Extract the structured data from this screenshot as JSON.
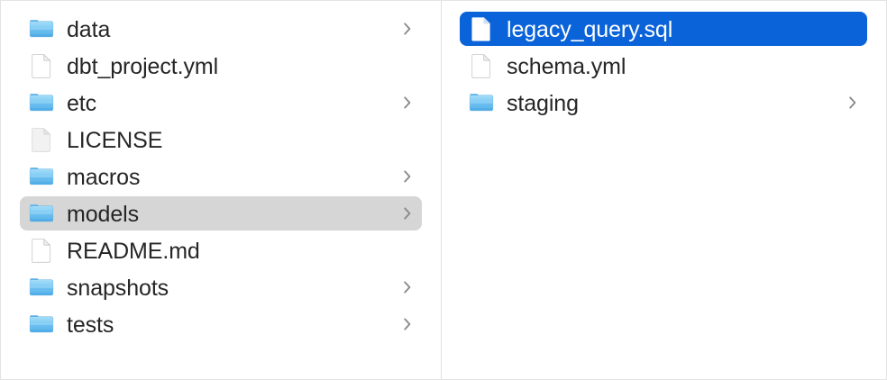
{
  "window": {
    "title": "Finder — Column View",
    "view_mode": "column",
    "background_color": "#ffffff",
    "border_color": "#e3e3e3",
    "divider_color": "#e0e0e0"
  },
  "colors": {
    "selection_active": "#0a63d8",
    "selection_inactive": "#d6d6d6",
    "text": "#262626",
    "text_selected": "#ffffff",
    "folder_blue_light": "#8ed2f5",
    "folder_blue_mid": "#63b8ee",
    "folder_blue_tab": "#4ea8e4",
    "chevron_gray": "#8a8a8a",
    "document_white": "#ffffff",
    "document_border": "#c9c9c9"
  },
  "columns": [
    {
      "name": "column-one",
      "items": [
        {
          "label": "data",
          "kind": "folder",
          "icon": "folder-icon",
          "chevron": true,
          "selected": "none"
        },
        {
          "label": "dbt_project.yml",
          "kind": "file",
          "icon": "document-icon",
          "chevron": false,
          "selected": "none"
        },
        {
          "label": "etc",
          "kind": "folder",
          "icon": "folder-icon",
          "chevron": true,
          "selected": "none"
        },
        {
          "label": "LICENSE",
          "kind": "file",
          "icon": "document-plain-icon",
          "chevron": false,
          "selected": "none"
        },
        {
          "label": "macros",
          "kind": "folder",
          "icon": "folder-icon",
          "chevron": true,
          "selected": "none"
        },
        {
          "label": "models",
          "kind": "folder",
          "icon": "folder-icon",
          "chevron": true,
          "selected": "inactive"
        },
        {
          "label": "README.md",
          "kind": "file",
          "icon": "document-icon",
          "chevron": false,
          "selected": "none"
        },
        {
          "label": "snapshots",
          "kind": "folder",
          "icon": "folder-icon",
          "chevron": true,
          "selected": "none"
        },
        {
          "label": "tests",
          "kind": "folder",
          "icon": "folder-icon",
          "chevron": true,
          "selected": "none"
        }
      ]
    },
    {
      "name": "column-two",
      "items": [
        {
          "label": "legacy_query.sql",
          "kind": "file",
          "icon": "document-icon",
          "chevron": false,
          "selected": "active"
        },
        {
          "label": "schema.yml",
          "kind": "file",
          "icon": "document-icon",
          "chevron": false,
          "selected": "none"
        },
        {
          "label": "staging",
          "kind": "folder",
          "icon": "folder-icon",
          "chevron": true,
          "selected": "none"
        }
      ]
    }
  ]
}
